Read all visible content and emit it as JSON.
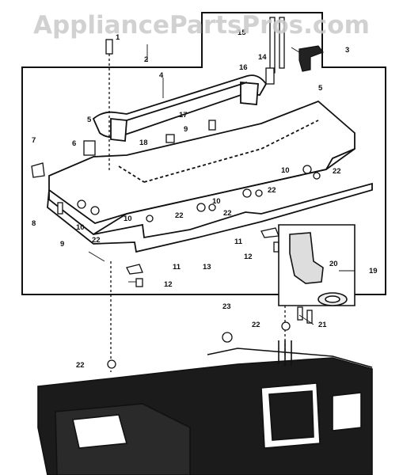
{
  "watermark": "AppliancePartsPros.com",
  "callouts": [
    {
      "id": "c1",
      "label": "1"
    },
    {
      "id": "c2",
      "label": "2"
    },
    {
      "id": "c3",
      "label": "3"
    },
    {
      "id": "c4",
      "label": "4"
    },
    {
      "id": "c5a",
      "label": "5"
    },
    {
      "id": "c5b",
      "label": "5"
    },
    {
      "id": "c6",
      "label": "6"
    },
    {
      "id": "c7",
      "label": "7"
    },
    {
      "id": "c8",
      "label": "8"
    },
    {
      "id": "c9a",
      "label": "9"
    },
    {
      "id": "c9b",
      "label": "9"
    },
    {
      "id": "c10a",
      "label": "10"
    },
    {
      "id": "c10b",
      "label": "10"
    },
    {
      "id": "c10c",
      "label": "10"
    },
    {
      "id": "c10d",
      "label": "10"
    },
    {
      "id": "c11a",
      "label": "11"
    },
    {
      "id": "c11b",
      "label": "11"
    },
    {
      "id": "c12a",
      "label": "12"
    },
    {
      "id": "c12b",
      "label": "12"
    },
    {
      "id": "c13",
      "label": "13"
    },
    {
      "id": "c14",
      "label": "14"
    },
    {
      "id": "c15",
      "label": "15"
    },
    {
      "id": "c16",
      "label": "16"
    },
    {
      "id": "c17",
      "label": "17"
    },
    {
      "id": "c18",
      "label": "18"
    },
    {
      "id": "c19",
      "label": "19"
    },
    {
      "id": "c20",
      "label": "20"
    },
    {
      "id": "c21",
      "label": "21"
    },
    {
      "id": "c22a",
      "label": "22"
    },
    {
      "id": "c22b",
      "label": "22"
    },
    {
      "id": "c22c",
      "label": "22"
    },
    {
      "id": "c22d",
      "label": "22"
    },
    {
      "id": "c22e",
      "label": "22"
    },
    {
      "id": "c22f",
      "label": "22"
    },
    {
      "id": "c22g",
      "label": "22"
    },
    {
      "id": "c23",
      "label": "23"
    }
  ]
}
